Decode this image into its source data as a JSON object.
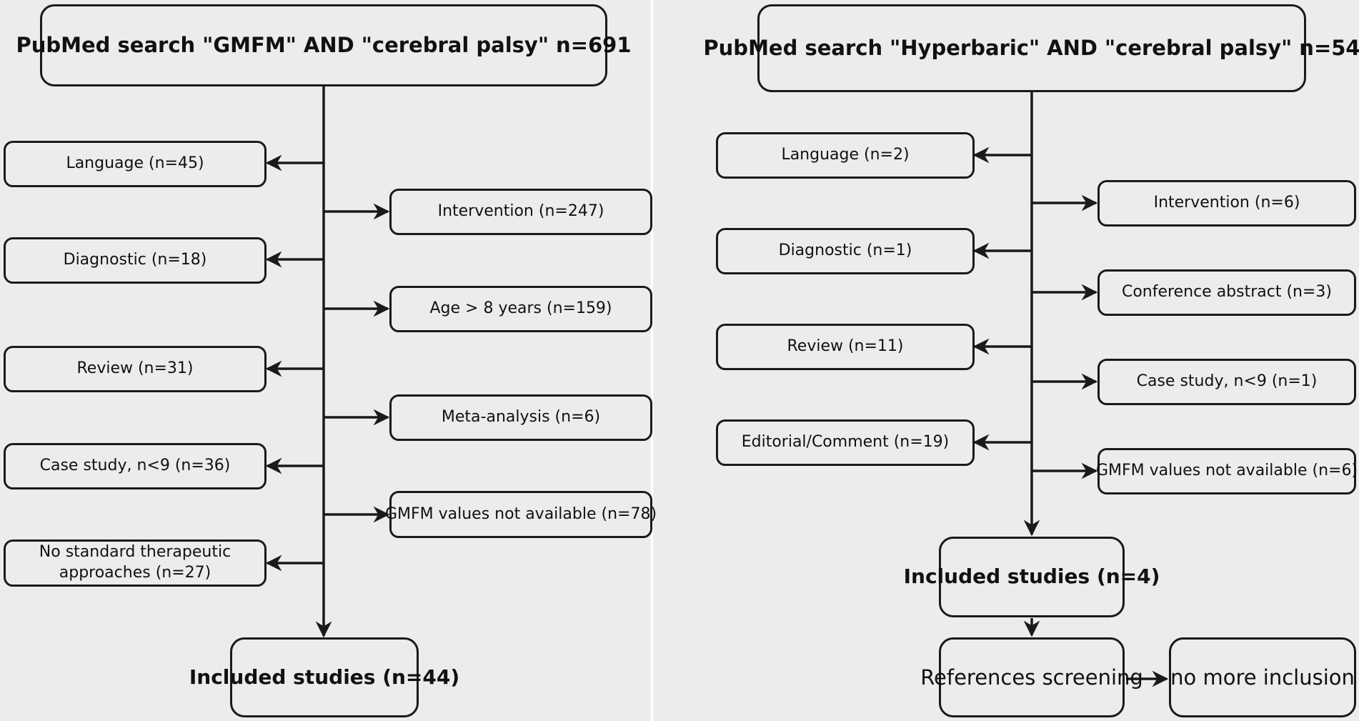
{
  "left_flow": {
    "search": {
      "title": "PubMed search \"GMFM\" AND \"cerebral palsy\"",
      "count": "n=691"
    },
    "exclusions_left": [
      "Language (n=45)",
      "Diagnostic (n=18)",
      "Review (n=31)",
      "Case study, n<9 (n=36)",
      "No standard therapeutic approaches (n=27)"
    ],
    "exclusions_right": [
      "Intervention (n=247)",
      "Age > 8 years (n=159)",
      "Meta-analysis (n=6)",
      "GMFM values not available (n=78)"
    ],
    "included": {
      "title": "Included studies",
      "count": "(n=44)"
    }
  },
  "right_flow": {
    "search": {
      "title": "PubMed search \"Hyperbaric\" AND \"cerebral palsy\"",
      "count": "n=54"
    },
    "exclusions_left": [
      "Language (n=2)",
      "Diagnostic (n=1)",
      "Review (n=11)",
      "Editorial/Comment (n=19)"
    ],
    "exclusions_right": [
      "Intervention (n=6)",
      "Conference abstract (n=3)",
      "Case study, n<9 (n=1)",
      "GMFM values not available (n=6)"
    ],
    "included": {
      "title": "Included studies",
      "count": "(n=4)"
    },
    "references": {
      "line1": "References",
      "line2": "screening"
    },
    "no_inclusion": "no more inclusion"
  },
  "colors": {
    "background": "#ececec",
    "stroke": "#1a1a1a",
    "divider": "#ffffff"
  }
}
